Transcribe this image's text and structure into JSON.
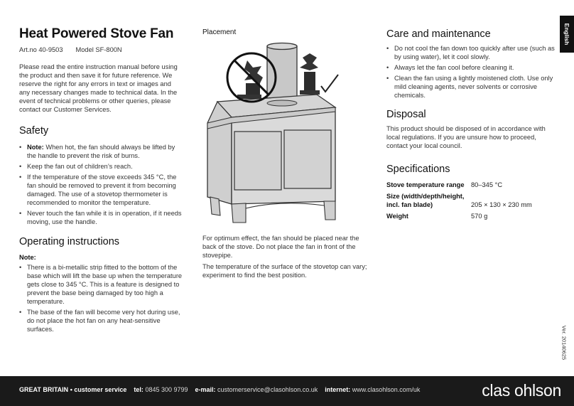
{
  "title": "Heat Powered Stove Fan",
  "art_no_label": "Art.no  40-9503",
  "model_label": "Model  SF-800N",
  "intro": "Please read the entire instruction manual before using the product and then save it for future reference. We reserve the right for any errors in text or images and any necessary changes made to technical data. In the event of technical problems or other queries, please contact our Customer Services.",
  "safety": {
    "heading": "Safety",
    "note_label": "Note:",
    "items": [
      "When hot, the fan should always be lifted by the handle to prevent the risk of burns.",
      "Keep the fan out of children’s reach.",
      "If the temperature of the stove exceeds 345 °C, the fan should be removed to prevent it from becoming damaged. The use of a stovetop thermometer is recommended to monitor the temperature.",
      "Never touch the fan while it is in operation, if it needs moving, use the handle."
    ]
  },
  "operating": {
    "heading": "Operating instructions",
    "note_label": "Note:",
    "items": [
      "There is a bi-metallic strip fitted to the bottom of the base which will lift the base up when the temperature gets close to 345 °C. This is a feature is designed to prevent the base being damaged by too high a temperature.",
      "The base of the fan will become very hot during use, do not place the hot fan on any heat-sensitive surfaces."
    ]
  },
  "placement": {
    "heading": "Placement",
    "para1": "For optimum effect, the fan should be placed near the back of the stove. Do not place the fan in front of the stovepipe.",
    "para2": "The temperature of the surface of the stovetop can vary; experiment to find the best position."
  },
  "care": {
    "heading": "Care and maintenance",
    "items": [
      "Do not cool the fan down too quickly after use (such as by using water), let it cool slowly.",
      "Always let the fan cool before cleaning it.",
      "Clean the fan using a lightly moistened cloth. Use only mild cleaning agents, never solvents or corrosive chemicals."
    ]
  },
  "disposal": {
    "heading": "Disposal",
    "text": "This product should be disposed of in accordance with local regulations. If you are unsure how to proceed, contact your local council."
  },
  "specs": {
    "heading": "Specifications",
    "rows": [
      {
        "key": "Stove temperature range",
        "value": "80–345 °C"
      },
      {
        "key": "Size (width/depth/height, incl. fan blade)",
        "value": "205 × 130 × 230 mm"
      },
      {
        "key": "Weight",
        "value": "570 g"
      }
    ]
  },
  "language_tab": "English",
  "version": "Ver. 20140625",
  "footer": {
    "country": "GREAT BRITAIN",
    "service_label": "customer service",
    "tel_label": "tel:",
    "tel": "0845 300 9799",
    "email_label": "e-mail:",
    "email": "customerservice@clasohlson.co.uk",
    "internet_label": "internet:",
    "internet": "www.clasohlson.com/uk",
    "brand": "clas ohlson"
  },
  "colors": {
    "footer_bg": "#1a1a1a",
    "stove_fill": "#d8d8d8",
    "text": "#222222"
  }
}
